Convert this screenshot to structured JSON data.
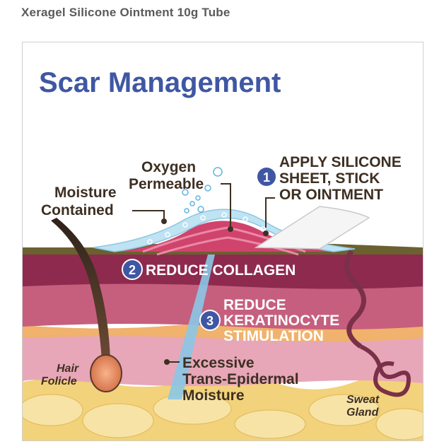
{
  "product_title": "Xeragel Silicone Ointment 10g Tube",
  "diagram": {
    "heading": "Scar Management",
    "steps": [
      {
        "number": "1",
        "lines": [
          "APPLY SILICONE",
          "SHEET, STICK",
          "OR OINTMENT"
        ]
      },
      {
        "number": "2",
        "lines": [
          "REDUCE COLLAGEN"
        ]
      },
      {
        "number": "3",
        "lines": [
          "REDUCE",
          "KERATINOCYTE",
          "STIMULATION"
        ]
      }
    ],
    "labels": {
      "oxygen": [
        "Oxygen",
        "Permeable"
      ],
      "moisture": [
        "Moisture",
        "Contained"
      ],
      "excessive": [
        "Excessive",
        "Trans-Epidermal",
        "Moisture"
      ],
      "hair": [
        "Hair",
        "Folicle"
      ],
      "sweat": [
        "Sweat",
        "Gland"
      ]
    },
    "colors": {
      "heading": "#3f57a3",
      "step_circle": "#3f57a3",
      "skin_top": "#9b2f55",
      "skin_dermis": "#c65f7e",
      "subcut": "#f2d27a",
      "silicone": "#bfe3f3"
    }
  }
}
